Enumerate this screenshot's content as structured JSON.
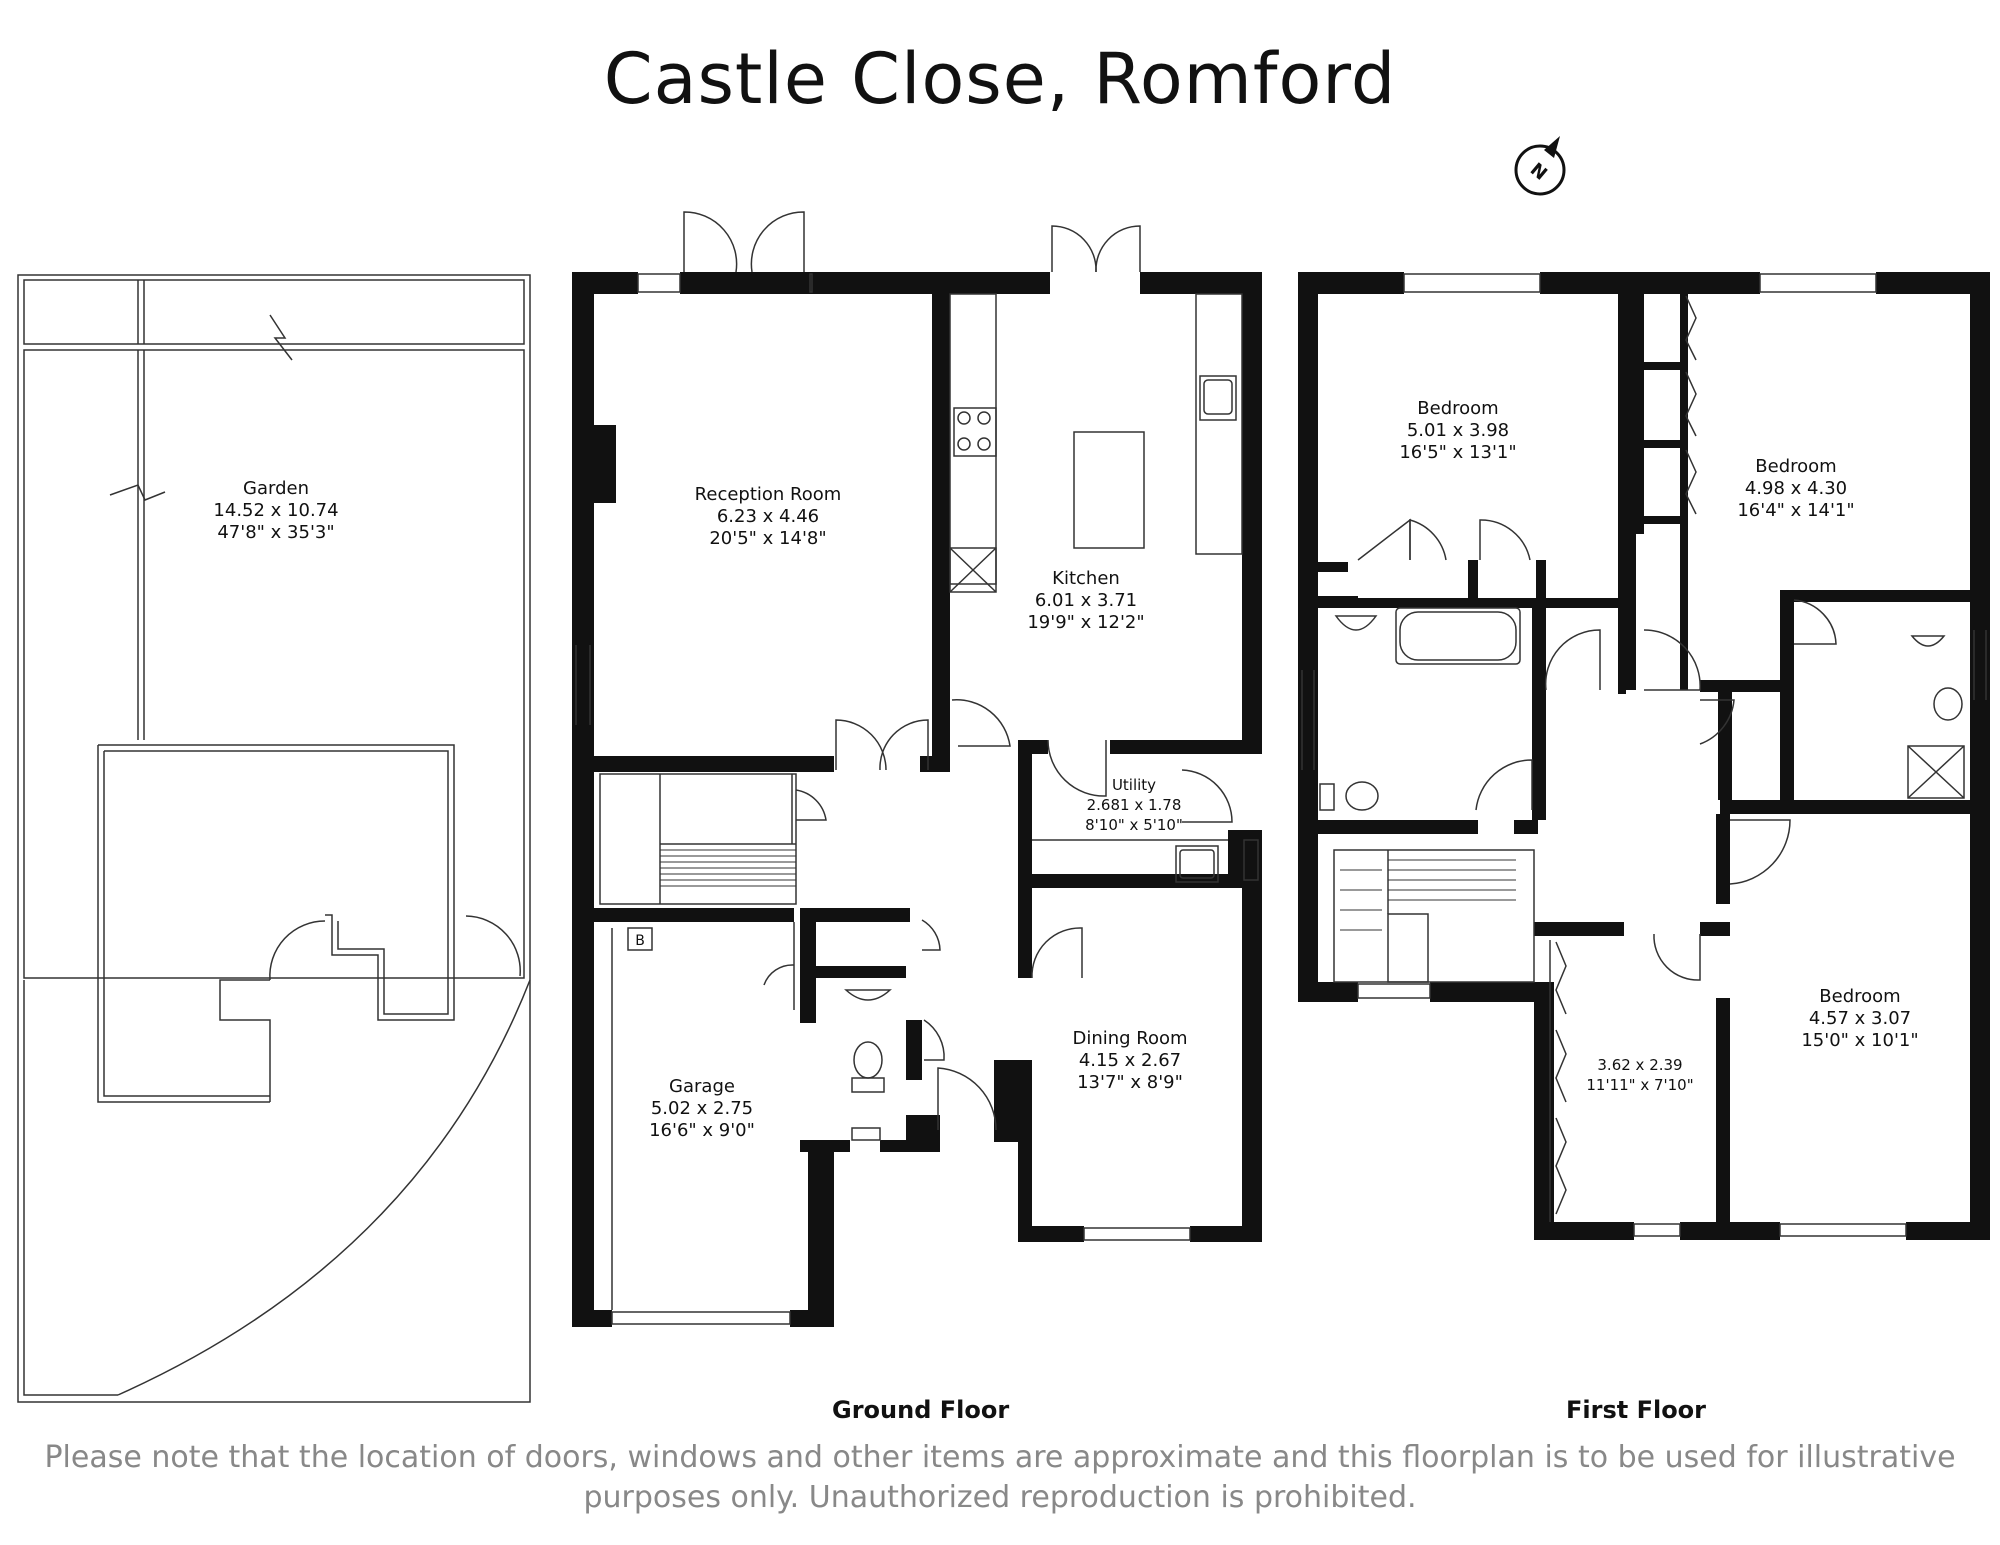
{
  "title": "Castle Close, Romford",
  "compass_letter": "N",
  "rooms": [
    {
      "id": "garden",
      "name": "Garden",
      "metric": "14.52 x 10.74",
      "imperial": "47'8\" x 35'3\""
    },
    {
      "id": "reception",
      "name": "Reception Room",
      "metric": "6.23 x 4.46",
      "imperial": "20'5\" x 14'8\""
    },
    {
      "id": "kitchen",
      "name": "Kitchen",
      "metric": "6.01 x 3.71",
      "imperial": "19'9\" x 12'2\""
    },
    {
      "id": "utility",
      "name": "Utility",
      "metric": "2.681 x 1.78",
      "imperial": "8'10\" x 5'10\""
    },
    {
      "id": "dining",
      "name": "Dining Room",
      "metric": "4.15 x 2.67",
      "imperial": "13'7\" x 8'9\""
    },
    {
      "id": "garage",
      "name": "Garage",
      "metric": "5.02 x 2.75",
      "imperial": "16'6\" x 9'0\""
    },
    {
      "id": "bedroom1",
      "name": "Bedroom",
      "metric": "5.01 x 3.98",
      "imperial": "16'5\" x 13'1\""
    },
    {
      "id": "bedroom2",
      "name": "Bedroom",
      "metric": "4.98 x 4.30",
      "imperial": "16'4\" x 14'1\""
    },
    {
      "id": "bedroom3",
      "name": "Bedroom",
      "metric": "4.57 x 3.07",
      "imperial": "15'0\" x 10'1\""
    },
    {
      "id": "room4",
      "name": "",
      "metric": "3.62 x 2.39",
      "imperial": "11'11\" x 7'10\""
    }
  ],
  "boiler_label": "B",
  "floors": {
    "ground": "Ground Floor",
    "first": "First Floor"
  },
  "disclaimer": {
    "line1": "Please note that the location of doors, windows and other items are approximate and this floorplan is to be used for illustrative",
    "line2": "purposes only. Unauthorized reproduction is prohibited."
  }
}
